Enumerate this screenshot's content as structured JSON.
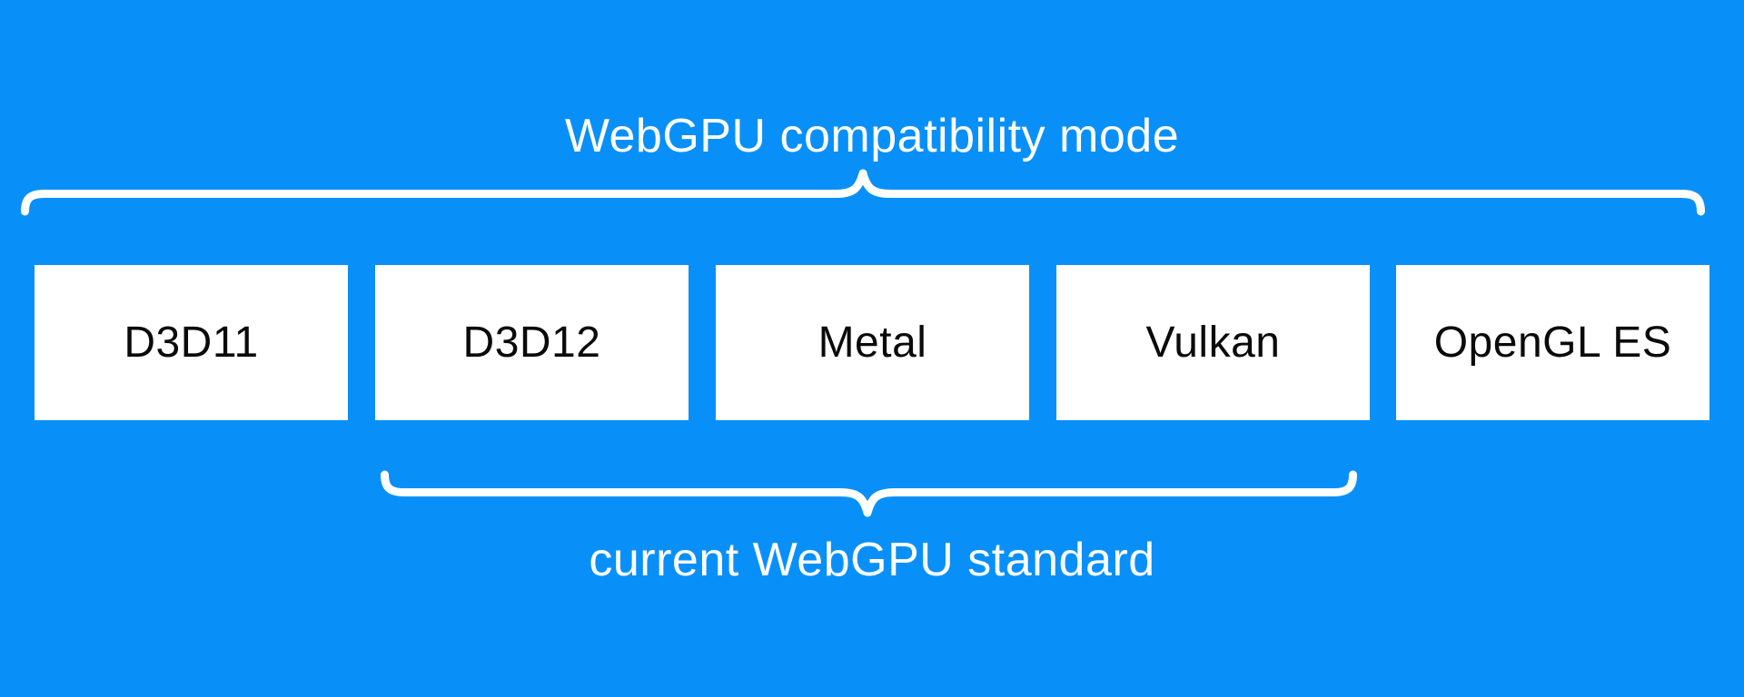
{
  "colors": {
    "background": "#0990f8",
    "box_fill": "#ffffff",
    "box_text": "#0a0a0a",
    "brace": "#ffffff",
    "label_text": "#ffffff"
  },
  "top_group": {
    "label": "WebGPU compatibility mode"
  },
  "bottom_group": {
    "label": "current WebGPU standard"
  },
  "boxes": [
    {
      "label": "D3D11"
    },
    {
      "label": "D3D12"
    },
    {
      "label": "Metal"
    },
    {
      "label": "Vulkan"
    },
    {
      "label": "OpenGL ES"
    }
  ]
}
